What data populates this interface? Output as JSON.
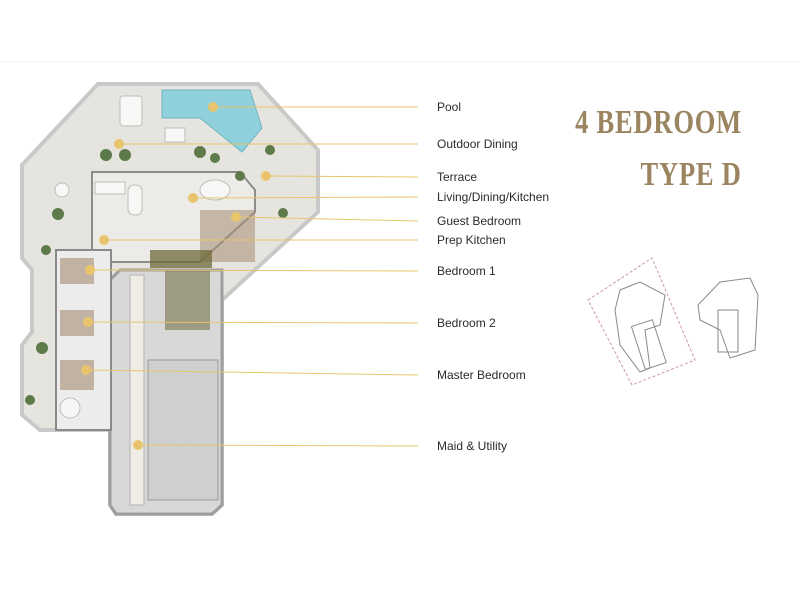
{
  "title": {
    "line1": "4 BEDROOM",
    "line2": "TYPE D"
  },
  "colors": {
    "accent": "#9b8460",
    "marker": "#e8c56d",
    "floor": "#e4e2dc",
    "wall": "#a7a7a7",
    "pool": "#8fd0dc",
    "greenery": "#5d7a4a"
  },
  "rooms": [
    {
      "label": "Pool",
      "id": "pool"
    },
    {
      "label": "Outdoor Dining",
      "id": "outdoor-dining"
    },
    {
      "label": "Terrace",
      "id": "terrace"
    },
    {
      "label": "Living/Dining/Kitchen",
      "id": "living-dining-kitchen"
    },
    {
      "label": "Guest Bedroom",
      "id": "guest-bedroom"
    },
    {
      "label": "Prep Kitchen",
      "id": "prep-kitchen"
    },
    {
      "label": "Bedroom 1",
      "id": "bedroom-1"
    },
    {
      "label": "Bedroom 2",
      "id": "bedroom-2"
    },
    {
      "label": "Master Bedroom",
      "id": "master-bedroom"
    },
    {
      "label": "Maid & Utility",
      "id": "maid-utility"
    }
  ]
}
